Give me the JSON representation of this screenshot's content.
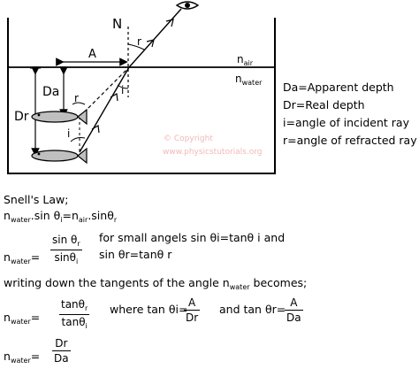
{
  "diagram": {
    "labels": {
      "normal": "N",
      "A": "A",
      "r": "r",
      "i": "i",
      "Da": "Da",
      "Dr": "Dr",
      "n_air_base": "n",
      "n_air_sub": "air",
      "n_water_base": "n",
      "n_water_sub": "water"
    },
    "legend": [
      "Da=Apparent depth",
      "Dr=Real depth",
      "i=angle of incident ray",
      "r=angle of refracted ray"
    ],
    "watermark": [
      "© Copyright",
      "www.physicstutorials.org"
    ]
  },
  "text": {
    "snell_title": "Snell's Law;",
    "snell_eq": {
      "n1": "n",
      "n1_sub": "water",
      "p1": ".sin θ",
      "p1_sub": "i",
      "p2": "=n",
      "n2_sub": "air",
      "p3": ".sinθ",
      "p3_sub": "r"
    },
    "eq1": {
      "lhs": "n",
      "lhs_sub": "water",
      "eq": "=",
      "num": "sin θ",
      "num_sub": "r",
      "den": "sinθ",
      "den_sub": "i"
    },
    "small_angles_line1": "for small angels sin θi=tanθ i   and",
    "small_angles_line2": "sin θr=tanθ r",
    "tangent_line": "writing down the tangents of the angle n",
    "tangent_line_sub": "water",
    "tangent_line_end": " becomes;",
    "eq2": {
      "lhs": "n",
      "lhs_sub": "water",
      "eq": "=",
      "num": "tanθ",
      "num_sub": "r",
      "den": "tanθ",
      "den_sub": "i"
    },
    "where_label": "where tan θi=",
    "where_frac_num": "A",
    "where_frac_den": "Dr",
    "and_label": "and tan θr=",
    "and_frac_num": "A",
    "and_frac_den": "Da",
    "eq3": {
      "lhs": "n",
      "lhs_sub": "water",
      "eq": "=",
      "num": "Dr",
      "den": "Da"
    }
  }
}
